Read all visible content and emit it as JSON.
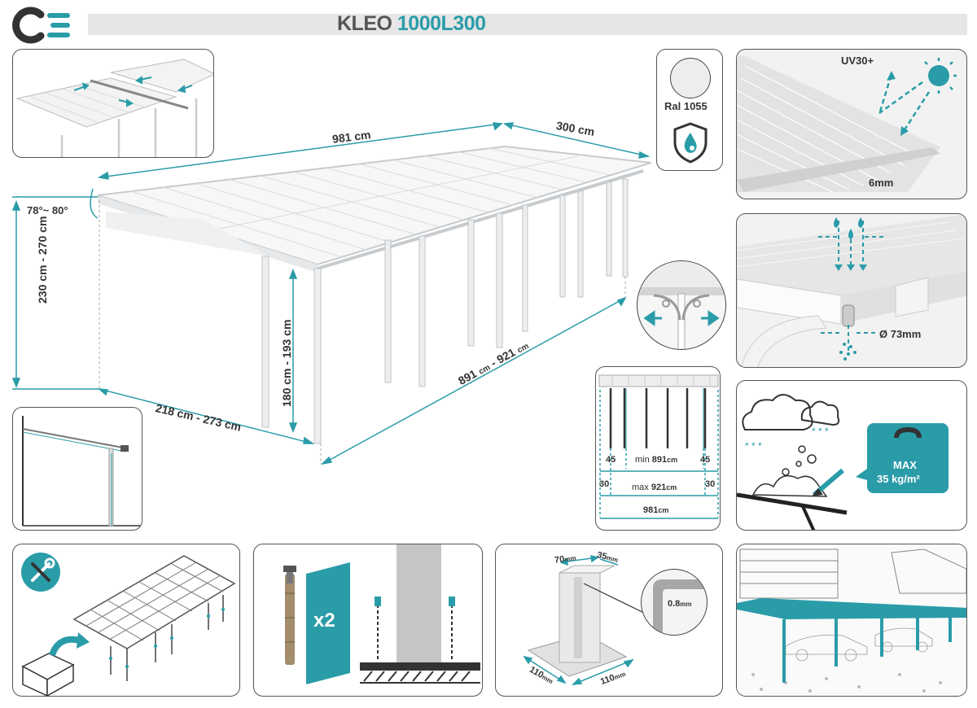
{
  "brand": {
    "logo_text": "CE"
  },
  "header": {
    "model_prefix": "KLEO",
    "model_code": "1000L300"
  },
  "colors": {
    "accent": "#2a9ca8",
    "ink": "#333333",
    "frame": "#cfd3d6"
  },
  "main": {
    "length": "981 cm",
    "width": "300 cm",
    "angle": "78°~ 80°",
    "height_wall": "230 cm - 270 cm",
    "height_post": "180 cm - 193 cm",
    "depth": "218 cm - 273 cm",
    "post_span_a": "891",
    "post_span_unit_a": "cm",
    "post_span_b": "921",
    "post_span_unit_b": "cm",
    "post_span_sep": " - "
  },
  "color_panel": {
    "ral": "Ral 1055",
    "icon": "water-shield-icon"
  },
  "uv_panel": {
    "label": "UV30+",
    "thickness": "6mm"
  },
  "drain_panel": {
    "diameter": "Ø 73mm"
  },
  "spacing_panel": {
    "side_a": "45",
    "side_b": "45",
    "min_label": "min",
    "min_value": "891",
    "min_unit": "cm",
    "end_a": "30",
    "end_b": "30",
    "max_label": "max",
    "max_value": "921",
    "max_unit": "cm",
    "total_value": "981",
    "total_unit": "cm"
  },
  "snow_panel": {
    "max_label": "MAX",
    "max_value": "35 kg/m²"
  },
  "anchor_panel": {
    "quantity": "x2"
  },
  "post_panel": {
    "width": "70",
    "depth": "35",
    "unit": "mm",
    "wall": "0.8",
    "base_a": "110",
    "base_b": "110"
  }
}
